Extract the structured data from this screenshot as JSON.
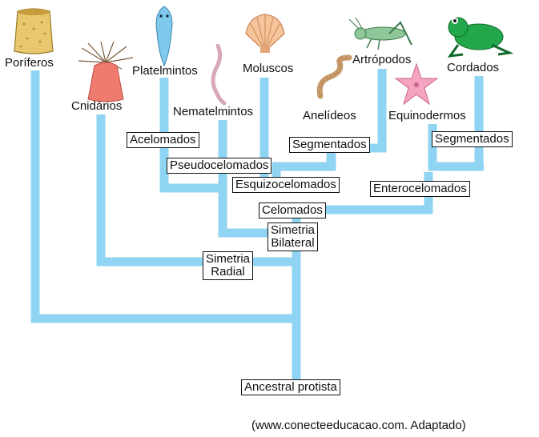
{
  "taxa": {
    "poriferos": "Poríferos",
    "cnidarios": "Cnidários",
    "platelmintos": "Platelmintos",
    "nematelmintos": "Nematelmintos",
    "moluscos": "Moluscos",
    "artropodos": "Artrópodos",
    "anelideos": "Anelídeos",
    "equinodermos": "Equinodermos",
    "cordados": "Cordados"
  },
  "traits": {
    "acelomados": "Acelomados",
    "pseudocelomados": "Pseudocelomados",
    "segmentados_1": "Segmentados",
    "segmentados_2": "Segmentados",
    "esquizocelomados": "Esquizocelomados",
    "enterocelomados": "Enterocelomados",
    "celomados": "Celomados",
    "simetria_bilateral_1": "Simetria",
    "simetria_bilateral_2": "Bilateral",
    "simetria_radial_1": "Simetria",
    "simetria_radial_2": "Radial",
    "ancestral": "Ancestral protista"
  },
  "credit": "(www.conecteeducacao.com. Adaptado)",
  "colors": {
    "branch": "#8fd4f2"
  },
  "illustrations": [
    "sponge-icon",
    "sea-anemone-icon",
    "flatworm-icon",
    "roundworm-icon",
    "shell-icon",
    "grasshopper-icon",
    "earthworm-icon",
    "starfish-icon",
    "frog-icon"
  ]
}
